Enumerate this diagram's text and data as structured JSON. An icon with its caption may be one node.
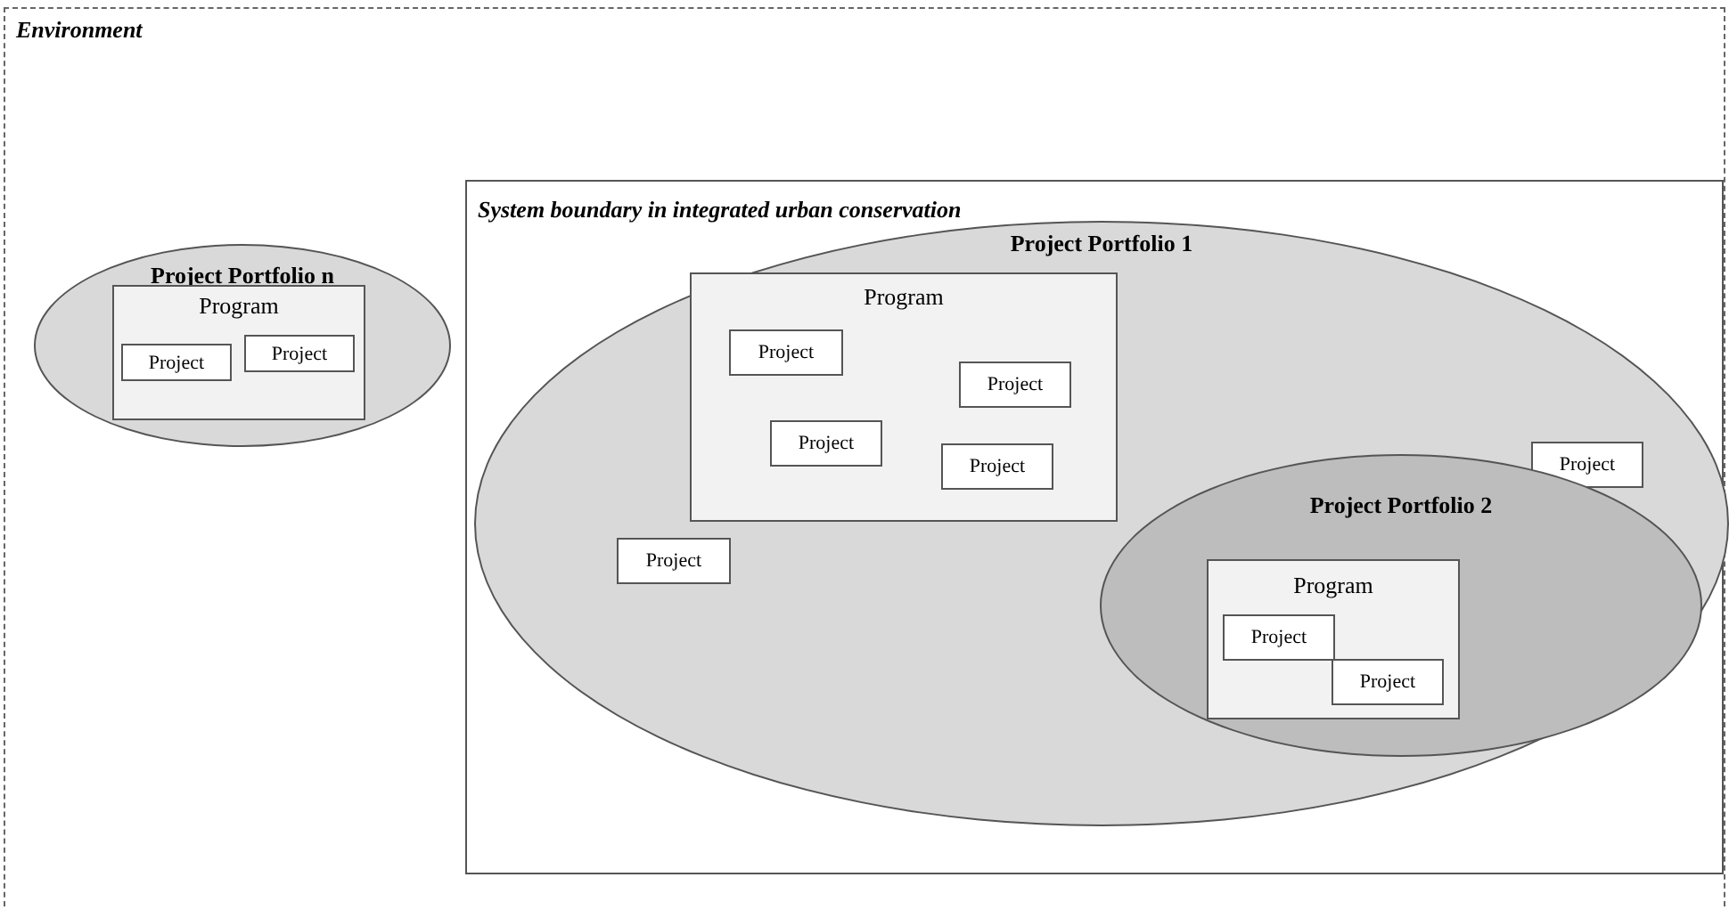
{
  "diagram": {
    "nodes": [
      {
        "text": [
          "Environment"
        ]
      },
      {
        "text": [
          "Project Portfolio n"
        ],
        "in": 0
      },
      {
        "text": [
          "Program"
        ],
        "in": 1
      },
      {
        "text": [
          "Project"
        ],
        "in": 2
      },
      {
        "text": [
          "Project"
        ],
        "in": 2
      },
      {
        "text": [
          "System boundary in integrated urban conservation"
        ],
        "in": 0
      },
      {
        "text": [
          "Project Portfolio 1"
        ],
        "in": 5
      },
      {
        "text": [
          "Program"
        ],
        "in": 6
      },
      {
        "text": [
          "Project"
        ],
        "in": 7
      },
      {
        "text": [
          "Project"
        ],
        "in": 7
      },
      {
        "text": [
          "Project"
        ],
        "in": 7
      },
      {
        "text": [
          "Project"
        ],
        "in": 7
      },
      {
        "text": [
          "Project"
        ],
        "in": 6
      },
      {
        "text": [
          "Project Portfolio 2"
        ],
        "in": 6
      },
      {
        "text": [
          "Program"
        ],
        "in": 13
      },
      {
        "text": [
          "Project"
        ],
        "in": 14
      },
      {
        "text": [
          "Project"
        ],
        "in": 14
      },
      {
        "text": [
          "Project"
        ],
        "in": 6
      }
    ]
  }
}
